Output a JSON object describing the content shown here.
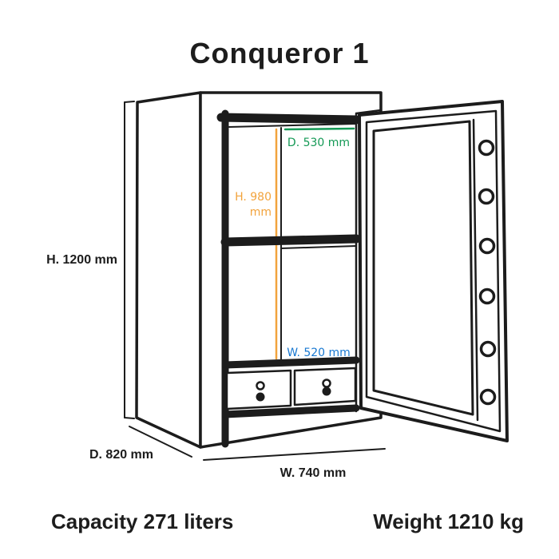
{
  "title": "Conqueror 1",
  "dimensions": {
    "height_label": "H. 1200 mm",
    "depth_label": "D. 820 mm",
    "width_label": "W. 740 mm",
    "inner_depth_label": "D. 530 mm",
    "inner_height_label_line1": "H. 980",
    "inner_height_label_line2": "mm",
    "inner_width_label": "W. 520 mm"
  },
  "colors": {
    "outline": "#1c1c1c",
    "inner_depth": "#149955",
    "inner_height": "#F2A33C",
    "inner_width": "#1878D1"
  },
  "footer": {
    "capacity": "Capacity 271 liters",
    "weight": "Weight 1210 kg"
  }
}
